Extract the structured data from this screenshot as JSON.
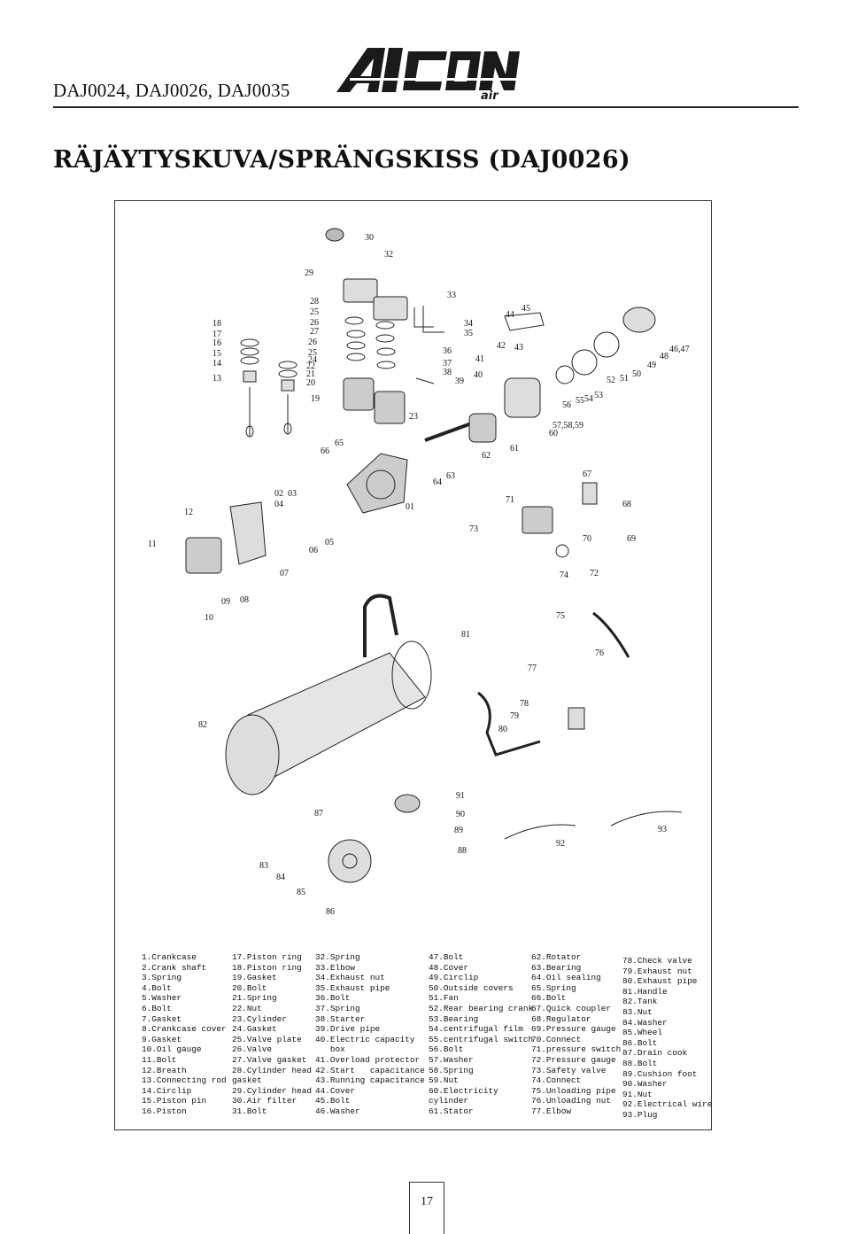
{
  "header": {
    "models": "DAJ0024, DAJ0026, DAJ0035",
    "logo_text": "AICON",
    "logo_sub": "air"
  },
  "title": "RÄJÄYTYSKUVA/SPRÄNGSKISS (DAJ0026)",
  "callouts": [
    "30",
    "32",
    "29",
    "33",
    "28",
    "25",
    "26",
    "27",
    "26",
    "25",
    "24",
    "22",
    "21",
    "20",
    "19",
    "34",
    "35",
    "36",
    "37",
    "38",
    "39",
    "18",
    "17",
    "16",
    "15",
    "14",
    "13",
    "44",
    "45",
    "42",
    "43",
    "41",
    "40",
    "46,47",
    "48",
    "49",
    "50",
    "51",
    "52",
    "53",
    "54",
    "55",
    "56",
    "57,58,59",
    "60",
    "23",
    "66",
    "65",
    "62",
    "61",
    "64",
    "63",
    "67",
    "02",
    "03",
    "04",
    "12",
    "01",
    "71",
    "68",
    "73",
    "11",
    "06",
    "05",
    "70",
    "69",
    "07",
    "74",
    "72",
    "09",
    "08",
    "10",
    "75",
    "81",
    "76",
    "77",
    "82",
    "78",
    "79",
    "80",
    "91",
    "87",
    "90",
    "89",
    "93",
    "92",
    "88",
    "83",
    "84",
    "85",
    "86"
  ],
  "parts_columns": [
    [
      "1.Crankcase",
      "2.Crank shaft",
      "3.Spring",
      "4.Bolt",
      "5.Washer",
      "6.Bolt",
      "7.Gasket",
      "8.Crankcase cover",
      "9.Gasket",
      "10.Oil gauge",
      "11.Bolt",
      "12.Breath",
      "13.Connecting rod",
      "14.Circlip",
      "15.Piston pin",
      "16.Piston"
    ],
    [
      "17.Piston ring",
      "18.Piston ring",
      "19.Gasket",
      "20.Bolt",
      "21.Spring",
      "22.Nut",
      "23.Cylinder",
      "24.Gasket",
      "25.Valve plate",
      "26.Valve",
      "27.Valve gasket",
      "28.Cylinder head",
      "gasket",
      "29.Cylinder head",
      "30.Air filter",
      "31.Bolt"
    ],
    [
      "32.Spring",
      "33.Elbow",
      "34.Exhaust nut",
      "35.Exhaust pipe",
      "36.Bolt",
      "37.Spring",
      "38.Starter",
      "39.Drive pipe",
      "40.Electric capacity",
      "   box",
      "41.Overload protector",
      "42.Start   capacitance",
      "43.Running capacitance",
      "44.Cover",
      "45.Bolt",
      "46.Washer"
    ],
    [
      "47.Bolt",
      "48.Cover",
      "49.Circlip",
      "50.Outside covers",
      "51.Fan",
      "52.Rear bearing crank",
      "53.Bearing",
      "54.centrifugal film",
      "55.centrifugal switch",
      "56.Bolt",
      "57.Washer",
      "58.Spring",
      "59.Nut",
      "60.Electricity",
      "cylinder",
      "61.Stator"
    ],
    [
      "62.Rotator",
      "63.Bearing",
      "64.Oil sealing",
      "65.Spring",
      "66.Bolt",
      "67.Quick coupler",
      "68.Regulator",
      "69.Pressure gauge",
      "70.Connect",
      "71.pressure switch",
      "72.Pressure gauge",
      "73.Safety valve",
      "74.Connect",
      "75.Unloading pipe",
      "76.Unloading nut",
      "77.Elbow"
    ],
    [
      "78.Check valve",
      "79.Exhaust nut",
      "80.Exhaust pipe",
      "81.Handle",
      "82.Tank",
      "83.Nut",
      "84.Washer",
      "85.Wheel",
      "86.Bolt",
      "87.Drain cook",
      "88.Bolt",
      "89.Cushion foot",
      "90.Washer",
      "91.Nut",
      "92.Electrical wire",
      "93.Plug"
    ]
  ],
  "page_number": "17"
}
